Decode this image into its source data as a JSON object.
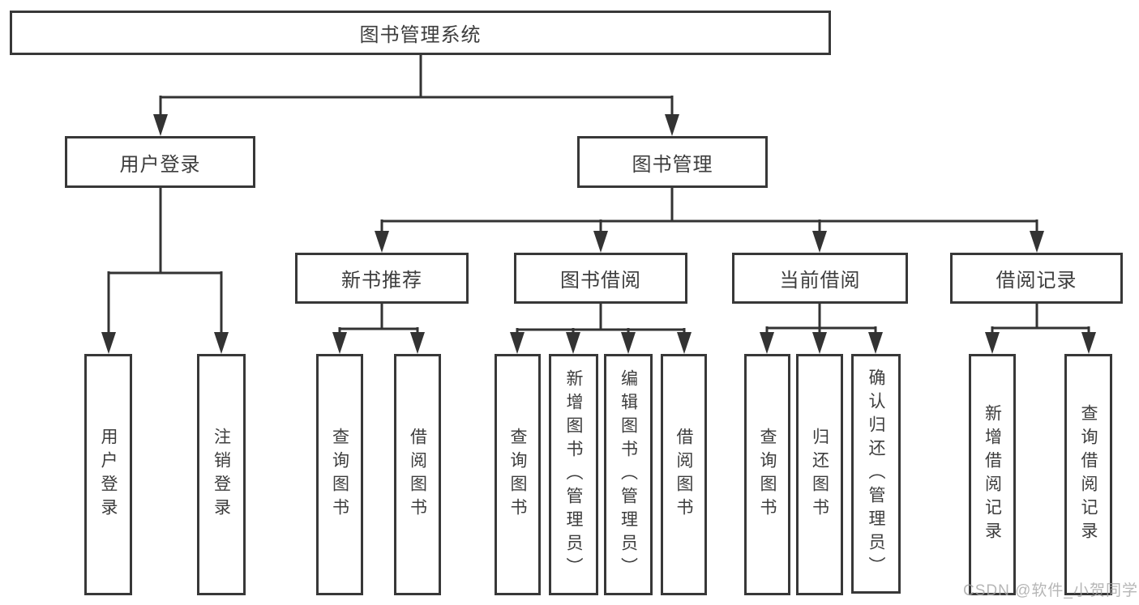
{
  "diagram_type": "tree",
  "nodes": {
    "root": {
      "label": "图书管理系统"
    },
    "user_login": {
      "label": "用户登录",
      "parent": "图书管理系统"
    },
    "book_management": {
      "label": "图书管理",
      "parent": "图书管理系统"
    },
    "new_book_recommend": {
      "label": "新书推荐",
      "parent": "图书管理"
    },
    "book_borrow": {
      "label": "图书借阅",
      "parent": "图书管理"
    },
    "current_borrow": {
      "label": "当前借阅",
      "parent": "图书管理"
    },
    "borrow_record": {
      "label": "借阅记录",
      "parent": "图书管理"
    }
  },
  "leaves": [
    {
      "label": "用户登录",
      "parent": "用户登录"
    },
    {
      "label": "注销登录",
      "parent": "用户登录"
    },
    {
      "label": "查询图书",
      "parent": "新书推荐"
    },
    {
      "label": "借阅图书",
      "parent": "新书推荐"
    },
    {
      "label": "查询图书",
      "parent": "图书借阅"
    },
    {
      "label": "新增图书（管理员）",
      "parent": "图书借阅"
    },
    {
      "label": "编辑图书（管理员）",
      "parent": "图书借阅"
    },
    {
      "label": "借阅图书",
      "parent": "图书借阅"
    },
    {
      "label": "查询图书",
      "parent": "当前借阅"
    },
    {
      "label": "归还图书",
      "parent": "当前借阅"
    },
    {
      "label": "确认归还（管理员）",
      "parent": "当前借阅"
    },
    {
      "label": "新增借阅记录",
      "parent": "借阅记录"
    },
    {
      "label": "查询借阅记录",
      "parent": "借阅记录"
    }
  ],
  "watermark": {
    "text": "CSDN @软件_小贺同学"
  },
  "colors": {
    "background": "#ffffff",
    "line": "#333333",
    "box_border": "#383838",
    "text": "#3d3d3d",
    "watermark": "#a5a5a5"
  }
}
